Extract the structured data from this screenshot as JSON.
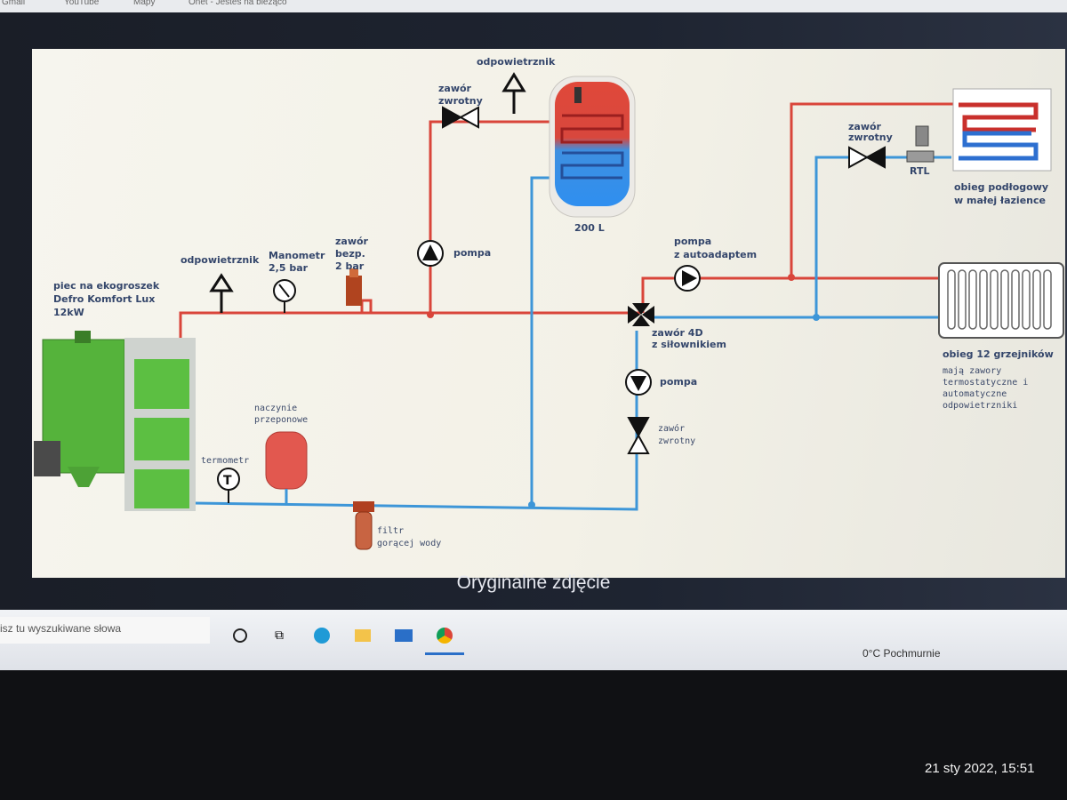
{
  "browser": {
    "bookmarks": [
      "Gmail",
      "YouTube",
      "Mapy",
      "Onet - Jestes na bieżąco"
    ]
  },
  "slide": {
    "caption": "Oryginalne zdjęcie",
    "labels": {
      "boiler": [
        "piec na ekogroszek",
        "Defro Komfort Lux",
        "12kW"
      ],
      "vent1": "odpowietrznik",
      "manometer": [
        "Manometr",
        "2,5 bar"
      ],
      "safety_valve": [
        "zawór",
        "bezp.",
        "2 bar"
      ],
      "pump1": "pompa",
      "check_valve_top": [
        "zawór",
        "zwrotny"
      ],
      "vent2": "odpowietrznik",
      "tank": "200 L",
      "pump_auto": [
        "pompa",
        "z autoadaptem"
      ],
      "check_valve_right": [
        "zawór",
        "zwrotny"
      ],
      "rtl": "RTL",
      "floor_circuit": [
        "obieg podłogowy",
        "w małej łazience"
      ],
      "radiators": "obieg 12 grzejników",
      "radiators_note": [
        "mają zawory",
        "termostatyczne i",
        "automatyczne",
        "odpowietrzniki"
      ],
      "valve_4d": [
        "zawór 4D",
        "z siłownikiem"
      ],
      "pump_return": "pompa",
      "check_valve_return": [
        "zawór",
        "zwrotny"
      ],
      "expansion_vessel": [
        "naczynie",
        "przeponowe"
      ],
      "thermometer": "termometr",
      "filter": [
        "filtr",
        "gorącej wody"
      ]
    }
  },
  "taskbar": {
    "search_placeholder": "isz tu wyszukiwane słowa",
    "weather": "0°C  Pochmurnie"
  },
  "photo_timestamp": "21 sty 2022, 15:51",
  "colors": {
    "hot_pipe": "#d9453a",
    "cold_pipe": "#3d96d8",
    "boiler_green": "#55b33b"
  }
}
